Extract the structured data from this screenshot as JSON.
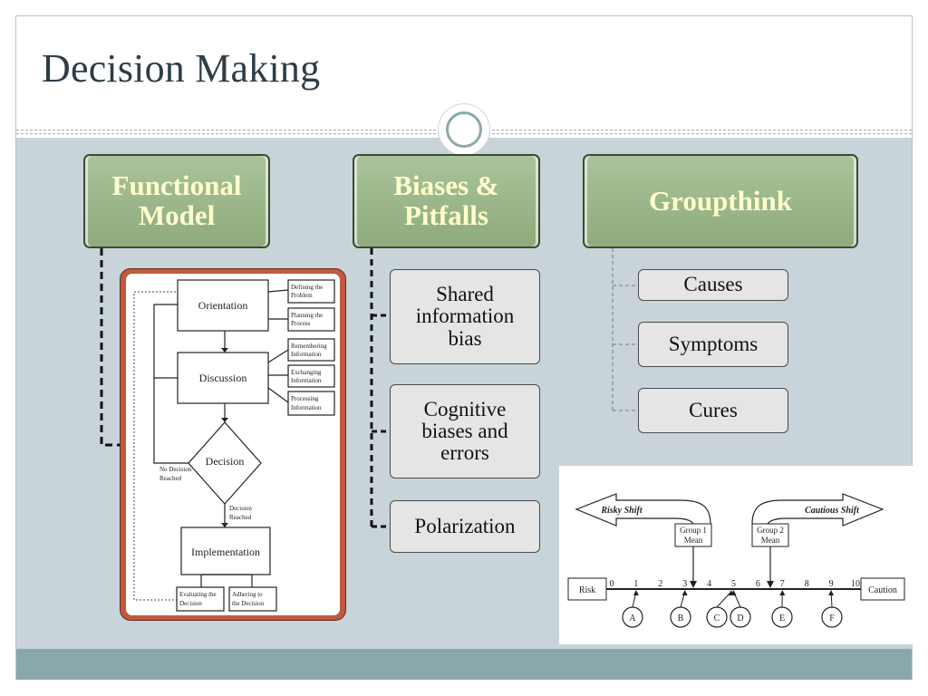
{
  "slide": {
    "title": "Decision Making"
  },
  "columns": {
    "functional_model": {
      "label": "Functional Model"
    },
    "biases": {
      "label": "Biases & Pitfalls",
      "items": [
        "Shared information bias",
        "Cognitive biases and errors",
        "Polarization"
      ]
    },
    "groupthink": {
      "label": "Groupthink",
      "items": [
        "Causes",
        "Symptoms",
        "Cures"
      ]
    }
  },
  "flowchart": {
    "orientation": "Orientation",
    "discussion": "Discussion",
    "decision": "Decision",
    "implementation": "Implementation",
    "no_decision_1": "No Decision",
    "no_decision_2": "Reached",
    "decision_reached_1": "Decision",
    "decision_reached_2": "Reached",
    "side_boxes": [
      [
        "Defining the",
        "Problem"
      ],
      [
        "Planning the",
        "Process"
      ],
      [
        "Remembering",
        "Information"
      ],
      [
        "Exchanging",
        "Information"
      ],
      [
        "Processing",
        "Information"
      ]
    ],
    "bottom_boxes": [
      [
        "Evaluating the",
        "Decision"
      ],
      [
        "Adhering to",
        "the Decision"
      ]
    ]
  },
  "shift_diagram": {
    "risky_shift": "Risky Shift",
    "cautious_shift": "Cautious Shift",
    "group1": [
      "Group 1",
      "Mean"
    ],
    "group2": [
      "Group 2",
      "Mean"
    ],
    "risk": "Risk",
    "caution": "Caution",
    "ticks": [
      "0",
      "1",
      "2",
      "3",
      "4",
      "5",
      "6",
      "7",
      "8",
      "9",
      "10"
    ],
    "members": [
      "A",
      "B",
      "C",
      "D",
      "E",
      "F"
    ]
  },
  "colors": {
    "header_fill": "#9db78c",
    "header_text": "#ffffcc",
    "content_bg": "#c8d4d9",
    "bottom_bar": "#8aa8ab",
    "flow_frame": "#c1593e",
    "title_text": "#2d3e48"
  }
}
